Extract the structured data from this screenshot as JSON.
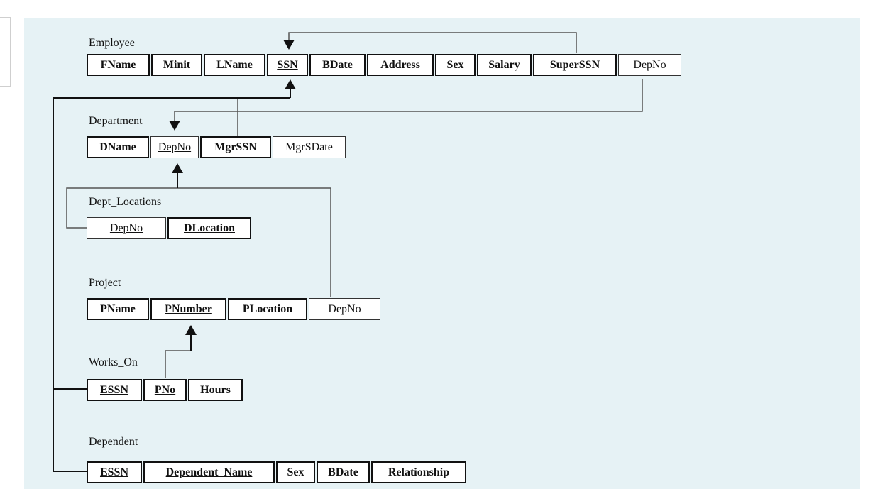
{
  "relations": {
    "employee": {
      "name": "Employee",
      "attributes": [
        {
          "text": "FName",
          "key": false,
          "bold": true
        },
        {
          "text": "Minit",
          "key": false,
          "bold": true
        },
        {
          "text": "LName",
          "key": false,
          "bold": true
        },
        {
          "text": "SSN",
          "key": true,
          "bold": true
        },
        {
          "text": "BDate",
          "key": false,
          "bold": true
        },
        {
          "text": "Address",
          "key": false,
          "bold": true
        },
        {
          "text": "Sex",
          "key": false,
          "bold": true
        },
        {
          "text": "Salary",
          "key": false,
          "bold": true
        },
        {
          "text": "SuperSSN",
          "key": false,
          "bold": true
        },
        {
          "text": "DepNo",
          "key": false,
          "bold": false
        }
      ]
    },
    "department": {
      "name": "Department",
      "attributes": [
        {
          "text": "DName",
          "key": false,
          "bold": true
        },
        {
          "text": "DepNo",
          "key": true,
          "bold": false
        },
        {
          "text": "MgrSSN",
          "key": false,
          "bold": true
        },
        {
          "text": "MgrSDate",
          "key": false,
          "bold": false
        }
      ]
    },
    "dept_locations": {
      "name": "Dept_Locations",
      "attributes": [
        {
          "text": "DepNo",
          "key": true,
          "bold": false
        },
        {
          "text": "DLocation",
          "key": true,
          "bold": true
        }
      ]
    },
    "project": {
      "name": "Project",
      "attributes": [
        {
          "text": "PName",
          "key": false,
          "bold": true
        },
        {
          "text": "PNumber",
          "key": true,
          "bold": true
        },
        {
          "text": "PLocation",
          "key": false,
          "bold": true
        },
        {
          "text": "DepNo",
          "key": false,
          "bold": false
        }
      ]
    },
    "works_on": {
      "name": "Works_On",
      "attributes": [
        {
          "text": "ESSN",
          "key": true,
          "bold": true
        },
        {
          "text": "PNo",
          "key": true,
          "bold": true
        },
        {
          "text": "Hours",
          "key": false,
          "bold": true
        }
      ]
    },
    "dependent": {
      "name": "Dependent",
      "attributes": [
        {
          "text": "ESSN",
          "key": true,
          "bold": true
        },
        {
          "text": "Dependent_Name",
          "key": true,
          "bold": true
        },
        {
          "text": "Sex",
          "key": false,
          "bold": true
        },
        {
          "text": "BDate",
          "key": false,
          "bold": true
        },
        {
          "text": "Relationship",
          "key": false,
          "bold": true
        }
      ]
    }
  },
  "colors": {
    "canvas_background": "#e6f2f5",
    "box_fill": "#ffffff",
    "border": "#111111",
    "connector": "#555555"
  }
}
